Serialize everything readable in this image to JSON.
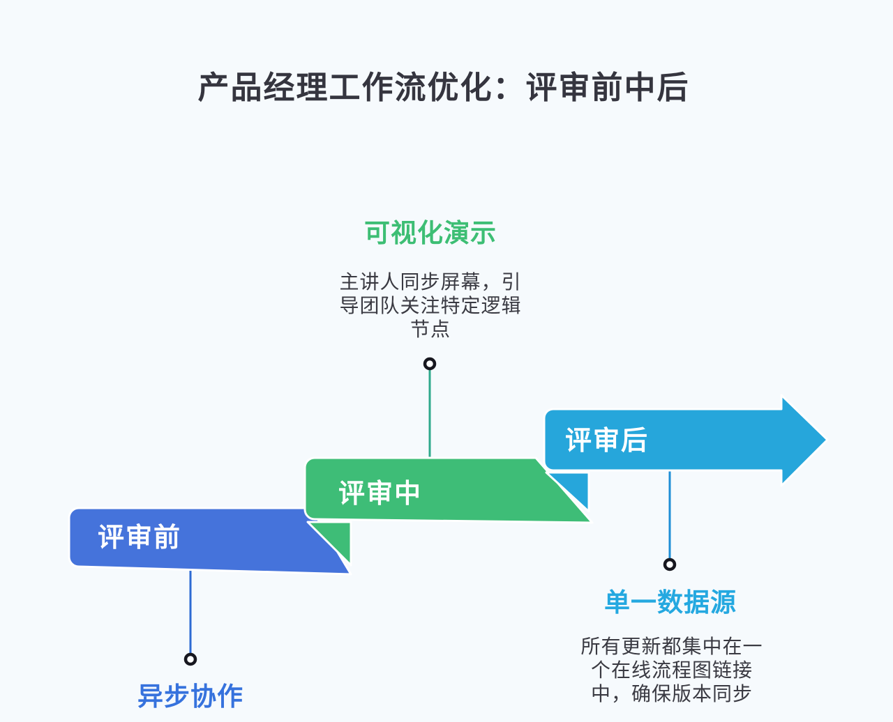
{
  "title": {
    "text": "产品经理工作流优化：评审前中后",
    "color": "#35353F"
  },
  "colors": {
    "background": "#F6FAFD",
    "body_text": "#3A3A42",
    "ribbon_label": "#FFFFFF",
    "node_stroke": "#17171F"
  },
  "ribbons": {
    "pre": {
      "label": "评审前",
      "color": "#4573DB"
    },
    "mid": {
      "label": "评审中",
      "color": "#3EBD77"
    },
    "post": {
      "label": "评审后",
      "color": "#26A6DB"
    }
  },
  "annotations": {
    "visual": {
      "heading": "可视化演示",
      "heading_color": "#3DBE74",
      "line_color": "#2FA98C",
      "lines": [
        "主讲人同步屏幕，引",
        "导团队关注特定逻辑",
        "节点"
      ]
    },
    "async": {
      "heading": "异步协作",
      "heading_color": "#3672DD",
      "line_color": "#2E6BD3"
    },
    "single_source": {
      "heading": "单一数据源",
      "heading_color": "#24A8E0",
      "line_color": "#1E8ED6",
      "lines": [
        "所有更新都集中在一",
        "个在线流程图链接",
        "中，确保版本同步"
      ]
    }
  }
}
